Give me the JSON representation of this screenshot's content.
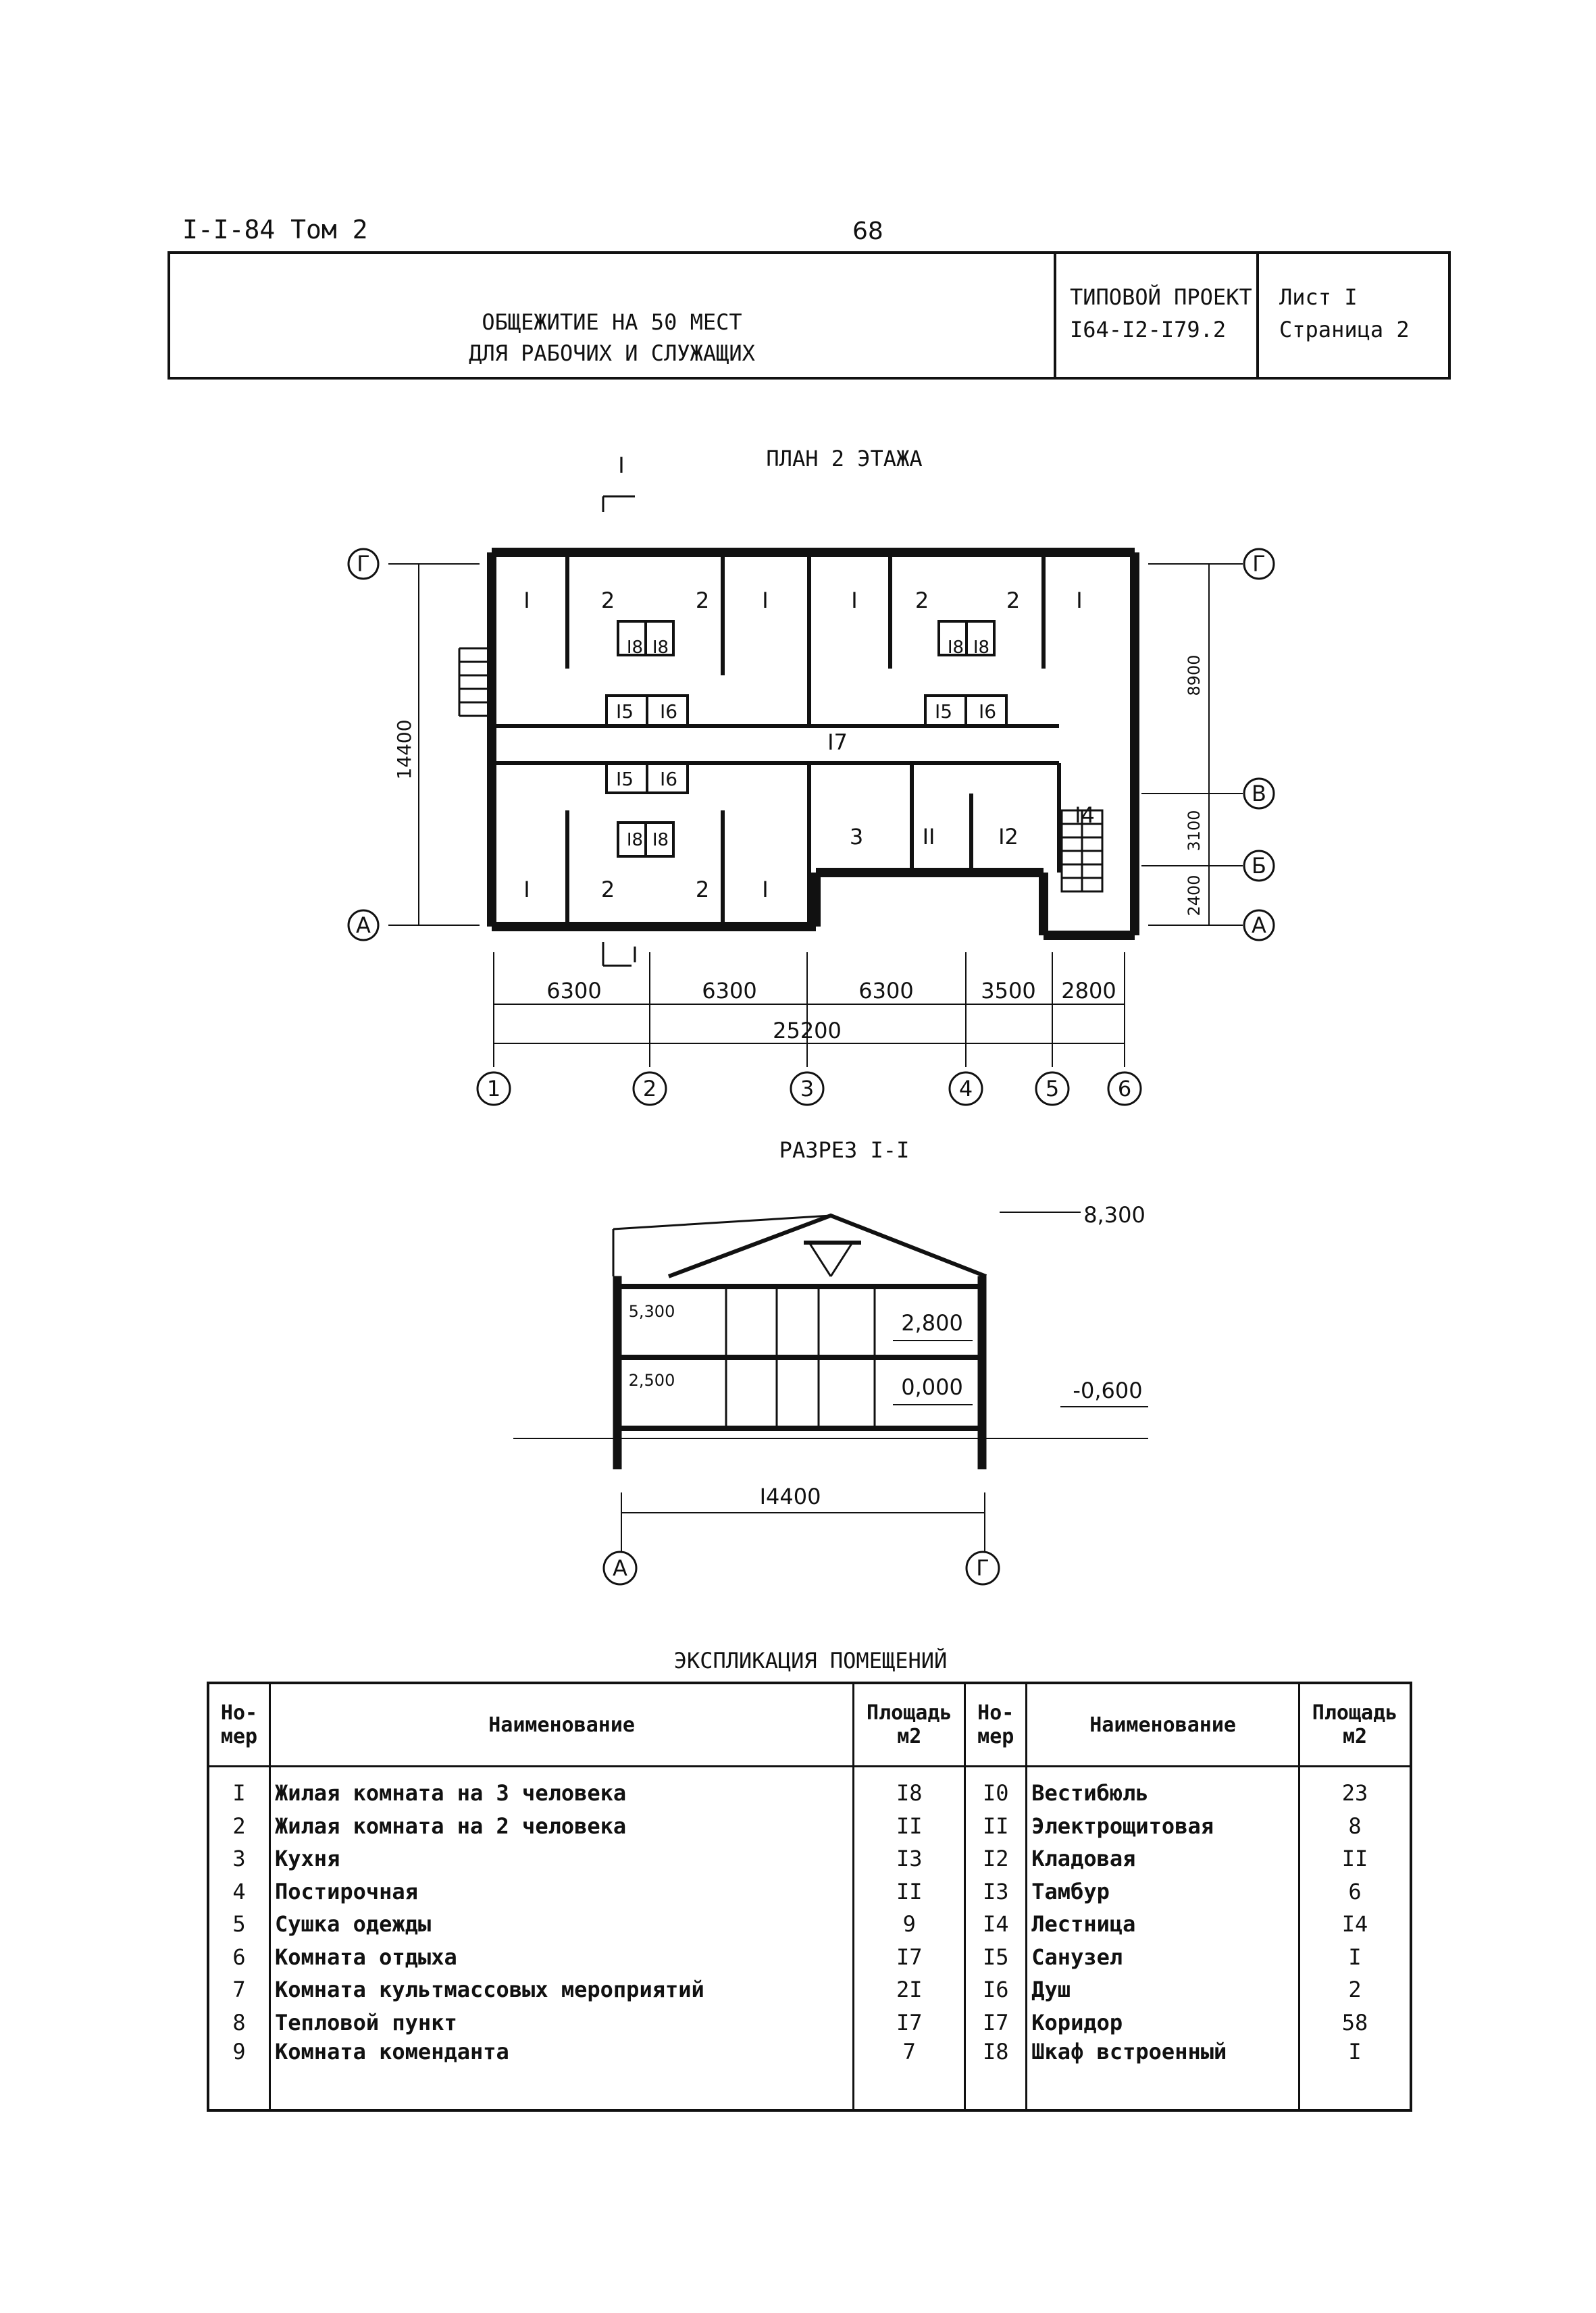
{
  "header": {
    "doc_ref": "I-I-84 Том 2",
    "page_number": "68"
  },
  "title_block": {
    "title_line1": "ОБЩЕЖИТИЕ НА 50 МЕСТ",
    "title_line2": "ДЛЯ РАБОЧИХ И СЛУЖАЩИХ",
    "project_line1": "ТИПОВОЙ ПРОЕКТ",
    "project_line2": "I64-I2-I79.2",
    "sheet_line1": "Лист I",
    "sheet_line2": "Страница 2"
  },
  "plan": {
    "title": "ПЛАН 2 ЭТАЖА",
    "section_mark": "I",
    "axis_letters": [
      "Г",
      "В",
      "Б",
      "А"
    ],
    "axis_numbers": [
      "1",
      "2",
      "3",
      "4",
      "5",
      "6"
    ],
    "dims_bottom": [
      "6300",
      "6300",
      "6300",
      "3500",
      "2800"
    ],
    "dim_total": "25200",
    "dim_left": "14400",
    "dims_right": [
      "8900",
      "3100",
      "2400"
    ],
    "room_labels_top": [
      "I",
      "2",
      "2",
      "I",
      "I",
      "2",
      "2",
      "I"
    ],
    "room_labels_bottom": [
      "I",
      "2",
      "2",
      "I"
    ],
    "service_labels": [
      "3",
      "II",
      "I2",
      "I4",
      "I7"
    ],
    "san_labels": [
      "I5",
      "I6"
    ],
    "closet_label": "I8"
  },
  "section": {
    "title": "РАЗРЕЗ I-I",
    "levels": [
      "8,300",
      "5,300",
      "2,800",
      "2,500",
      "0,000",
      "-0,600"
    ],
    "width_dim": "I4400",
    "axes": [
      "А",
      "Г"
    ]
  },
  "explication": {
    "title": "ЭКСПЛИКАЦИЯ ПОМЕЩЕНИЙ",
    "headers": {
      "num": "Но-мер",
      "name": "Наименование",
      "area": "Площадь м2"
    },
    "left": [
      {
        "num": "I",
        "name": "Жилая комната на 3 человека",
        "area": "I8"
      },
      {
        "num": "2",
        "name": "Жилая комната на 2 человека",
        "area": "II"
      },
      {
        "num": "3",
        "name": "Кухня",
        "area": "I3"
      },
      {
        "num": "4",
        "name": "Постирочная",
        "area": "II"
      },
      {
        "num": "5",
        "name": "Сушка одежды",
        "area": "9"
      },
      {
        "num": "6",
        "name": "Комната отдыха",
        "area": "I7"
      },
      {
        "num": "7",
        "name": "Комната культмассовых мероприятий",
        "area": "2I"
      },
      {
        "num": "8",
        "name": "Тепловой пункт",
        "area": "I7"
      },
      {
        "num": "9",
        "name": "Комната коменданта",
        "area": "7"
      }
    ],
    "right": [
      {
        "num": "I0",
        "name": "Вестибюль",
        "area": "23"
      },
      {
        "num": "II",
        "name": "Электрощитовая",
        "area": "8"
      },
      {
        "num": "I2",
        "name": "Кладовая",
        "area": "II"
      },
      {
        "num": "I3",
        "name": "Тамбур",
        "area": "6"
      },
      {
        "num": "I4",
        "name": "Лестница",
        "area": "I4"
      },
      {
        "num": "I5",
        "name": "Санузел",
        "area": "I"
      },
      {
        "num": "I6",
        "name": "Душ",
        "area": "2"
      },
      {
        "num": "I7",
        "name": "Коридор",
        "area": "58"
      },
      {
        "num": "I8",
        "name": "Шкаф встроенный",
        "area": "I"
      }
    ]
  }
}
